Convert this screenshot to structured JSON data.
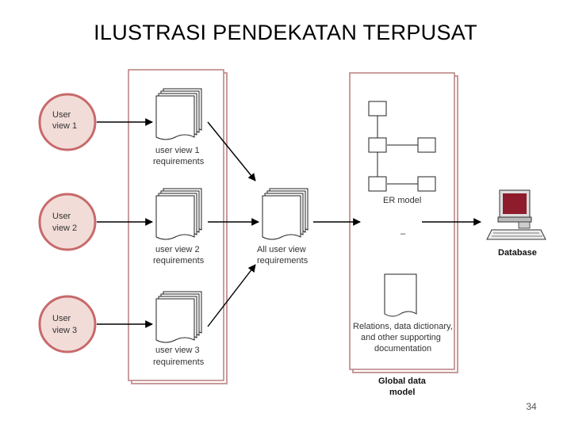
{
  "title": "ILUSTRASI PENDEKATAN TERPUSAT",
  "page_number": "34",
  "colors": {
    "accent": "#c8696b",
    "circle_fill": "#f0d8d4",
    "panel_border": "#b88a8a",
    "monitor_screen": "#8f1c2c"
  },
  "user_views": [
    {
      "line1": "User",
      "line2": "view 1",
      "req_line1": "user view 1",
      "req_line2": "requirements"
    },
    {
      "line1": "User",
      "line2": "view 2",
      "req_line1": "user view 2",
      "req_line2": "requirements"
    },
    {
      "line1": "User",
      "line2": "view 3",
      "req_line1": "user view 3",
      "req_line2": "requirements"
    }
  ],
  "all_view": {
    "line1": "All user view",
    "line2": "requirements"
  },
  "er_model": "ER model",
  "er_dash": "–",
  "relations": {
    "line1": "Relations, data dictionary,",
    "line2": "and other supporting",
    "line3": "documentation"
  },
  "global_model": {
    "line1": "Global data",
    "line2": "model"
  },
  "database": "Database"
}
